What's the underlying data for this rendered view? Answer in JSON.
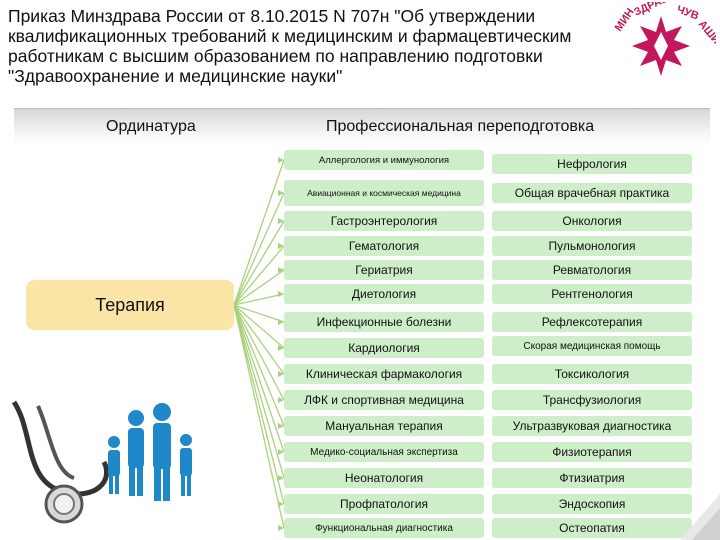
{
  "title": "Приказ Минздрава России от 8.10.2015 N 707н \"Об утверждении квалификационных требований к медицинским и фармацевтическим работникам с высшим образованием по направлению подготовки \"Здравоохранение и медицинские науки\"",
  "logo_text": "МИНЗДРАВ ЧУВАШИИ",
  "headers": {
    "left": "Ординатура",
    "right": "Профессиональная переподготовка"
  },
  "source": "Терапия",
  "colors": {
    "cell": "#cdeec8",
    "source_box": "#fbe5a6",
    "line": "#a9d27d",
    "header_band": "#d6d6d6",
    "logo": "#c2185b"
  },
  "specialties": [
    [
      "Аллергология и иммунология",
      "Нефрология"
    ],
    [
      "Авиационная и космическая медицина",
      "Общая врачебная практика"
    ],
    [
      "Гастроэнтерология",
      "Онкология"
    ],
    [
      "Гематология",
      "Пульмонология"
    ],
    [
      "Гериатрия",
      "Ревматология"
    ],
    [
      "Диетология",
      "Рентгенология"
    ],
    [
      "Инфекционные болезни",
      "Рефлексотерапия"
    ],
    [
      "Кардиология",
      "Скорая медицинская помощь"
    ],
    [
      "Клиническая фармакология",
      "Токсикология"
    ],
    [
      "ЛФК и спортивная медицина",
      "Трансфузиология"
    ],
    [
      "Мануальная терапия",
      "Ультразвуковая диагностика"
    ],
    [
      "Медико-социальная экспертиза",
      "Физиотерапия"
    ],
    [
      "Неонатология",
      "Фтизиатрия"
    ],
    [
      "Профпатология",
      "Эндоскопия"
    ],
    [
      "Функциональная диагностика",
      "Остеопатия"
    ]
  ]
}
